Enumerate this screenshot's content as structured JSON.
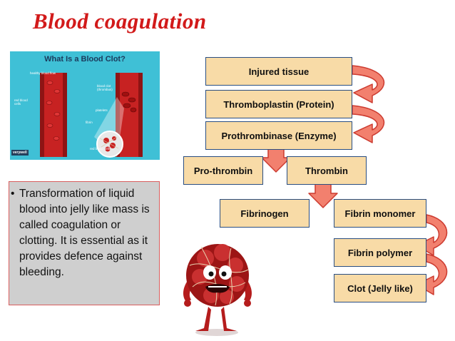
{
  "slide": {
    "title": "Blood coagulation"
  },
  "inset": {
    "title": "What Is a Blood Clot?",
    "labels": {
      "healthy": "healthy blood flow",
      "red_cells": "red blood cells",
      "clot": "blood clot (thrombus)",
      "platelets": "platelets",
      "fibrin": "fibrin",
      "red_cells_2": "red blood cells"
    },
    "brand": "verywell"
  },
  "textbox": {
    "bullet": "•",
    "text": "Transformation of liquid blood into jelly like mass is called coagulation or clotting. It is essential as it provides defence against bleeding."
  },
  "flow": {
    "injured_tissue": "Injured tissue",
    "thromboplastin": "Thromboplastin (Protein)",
    "prothrombinase": "Prothrombinase (Enzyme)",
    "prothrombin": "Pro-thrombin",
    "thrombin": "Thrombin",
    "fibrinogen": "Fibrinogen",
    "fibrin_monomer": "Fibrin monomer",
    "fibrin_polymer": "Fibrin polymer",
    "clot": "Clot (Jelly like)"
  },
  "colors": {
    "title": "#d21a1a",
    "box_fill": "#f8dba7",
    "box_border": "#2a4e82",
    "arrow_fill": "#f2806e",
    "arrow_stroke": "#cc3a2f",
    "textbox_fill": "#cfcfcf",
    "textbox_border": "#d95e5e"
  }
}
